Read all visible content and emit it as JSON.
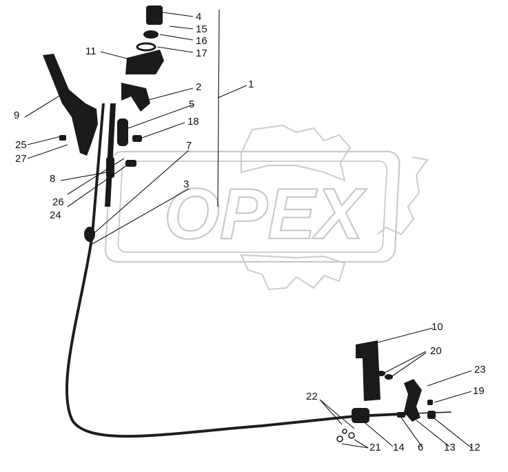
{
  "watermark": {
    "text": "OPEX"
  },
  "labels": [
    {
      "key": "l1",
      "text": "1"
    },
    {
      "key": "l2",
      "text": "2"
    },
    {
      "key": "l3",
      "text": "3"
    },
    {
      "key": "l4",
      "text": "4"
    },
    {
      "key": "l5",
      "text": "5"
    },
    {
      "key": "l6",
      "text": "6"
    },
    {
      "key": "l7",
      "text": "7"
    },
    {
      "key": "l8",
      "text": "8"
    },
    {
      "key": "l9",
      "text": "9"
    },
    {
      "key": "l10",
      "text": "10"
    },
    {
      "key": "l11",
      "text": "11"
    },
    {
      "key": "l12",
      "text": "12"
    },
    {
      "key": "l13",
      "text": "13"
    },
    {
      "key": "l14",
      "text": "14"
    },
    {
      "key": "l15",
      "text": "15"
    },
    {
      "key": "l16",
      "text": "16"
    },
    {
      "key": "l17",
      "text": "17"
    },
    {
      "key": "l18",
      "text": "18"
    },
    {
      "key": "l19",
      "text": "19"
    },
    {
      "key": "l20",
      "text": "20"
    },
    {
      "key": "l21",
      "text": "21"
    },
    {
      "key": "l22",
      "text": "22"
    },
    {
      "key": "l23",
      "text": "23"
    },
    {
      "key": "l24",
      "text": "24"
    },
    {
      "key": "l25",
      "text": "25"
    },
    {
      "key": "l26",
      "text": "26"
    },
    {
      "key": "l27",
      "text": "27"
    }
  ]
}
